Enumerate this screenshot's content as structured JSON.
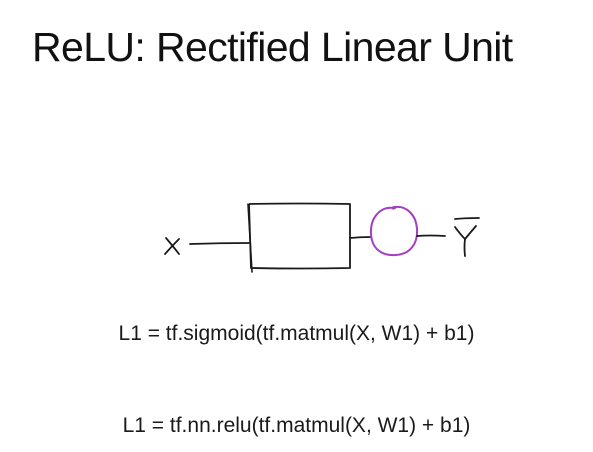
{
  "slide": {
    "title": "ReLU: Rectified Linear Unit",
    "diagram": {
      "input_label": "X",
      "output_label": "Ȳ",
      "activation_color": "#a43fc4",
      "stroke_color": "#1a1a1a"
    },
    "code_lines": [
      "L1 = tf.sigmoid(tf.matmul(X, W1) + b1)",
      "L1 = tf.nn.relu(tf.matmul(X, W1) + b1)"
    ]
  }
}
